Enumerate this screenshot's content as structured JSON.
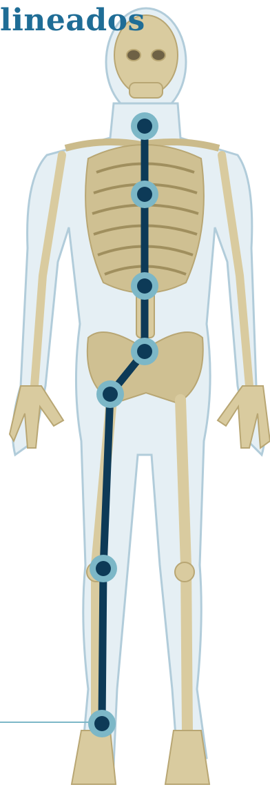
{
  "title": "lineados",
  "colors": {
    "body_outline": "#a9c7d6",
    "body_fill": "#e3eef3",
    "bone": "#d9cb9f",
    "bone_shade": "#b8a673",
    "alignment_line": "#0d3a57",
    "marker_ring": "#7cb7c7",
    "marker_core": "#0d3a57",
    "title": "#1f6d96",
    "pointer_line": "#7cb7c7"
  },
  "icons": [
    "human-body-figure",
    "skeleton",
    "alignment-marker"
  ],
  "alignment_markers": [
    {
      "name": "neck-marker"
    },
    {
      "name": "chest-marker"
    },
    {
      "name": "lumbar-marker"
    },
    {
      "name": "sacrum-marker"
    },
    {
      "name": "hip-marker"
    },
    {
      "name": "knee-marker"
    },
    {
      "name": "ankle-marker"
    }
  ]
}
